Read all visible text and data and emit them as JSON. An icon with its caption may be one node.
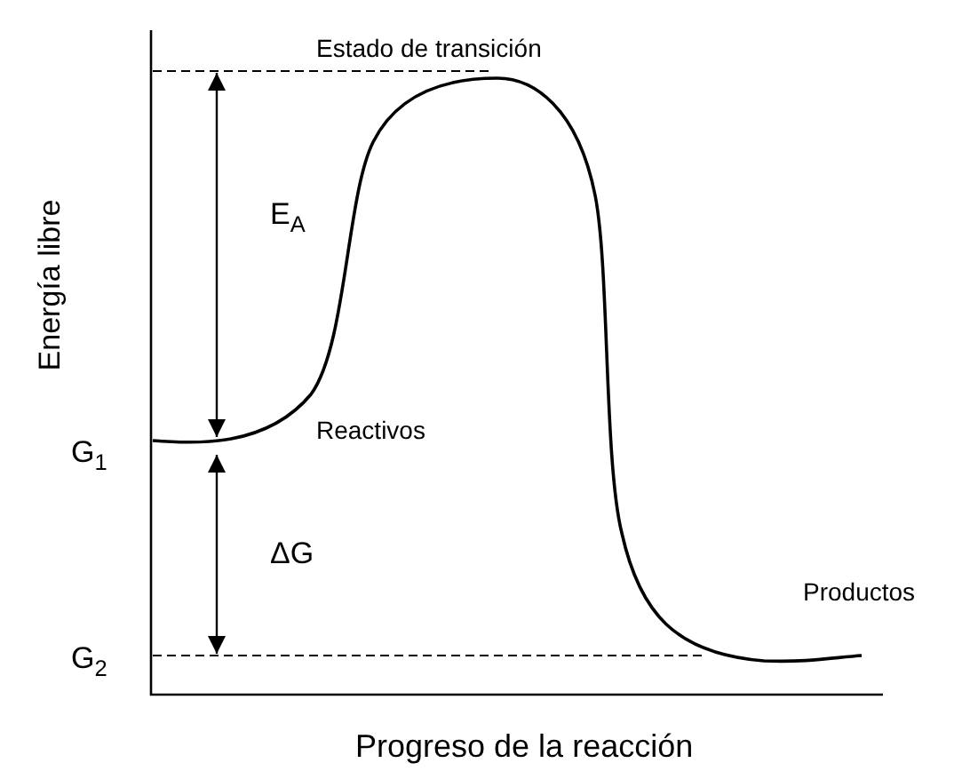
{
  "diagram": {
    "labels": [
      "Estado de transición",
      "E$_{A}$",
      "Reactivos",
      "G$_{1}$",
      "ΔG",
      "Productos",
      "G$_{2}$",
      "Energía libre",
      "Progreso de la reacción"
    ]
  }
}
